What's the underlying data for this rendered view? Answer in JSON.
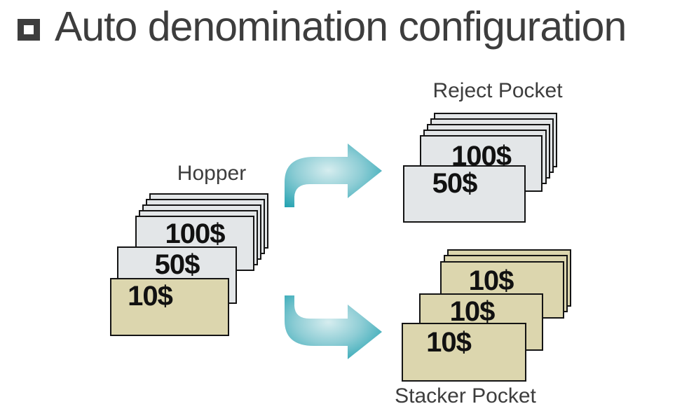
{
  "slide": {
    "title": "Auto denomination configuration"
  },
  "hopper": {
    "label": "Hopper",
    "blank_bill_count": 4,
    "bills": [
      {
        "value": "100$",
        "color": "gray"
      },
      {
        "value": "50$",
        "color": "gray"
      },
      {
        "value": "10$",
        "color": "tan"
      }
    ]
  },
  "reject_pocket": {
    "label": "Reject Pocket",
    "blank_bill_count": 4,
    "bills": [
      {
        "value": "100$",
        "color": "gray"
      },
      {
        "value": "50$",
        "color": "gray"
      }
    ]
  },
  "stacker_pocket": {
    "label": "Stacker Pocket",
    "blank_bill_count": 2,
    "bills": [
      {
        "value": "10$",
        "color": "tan"
      },
      {
        "value": "10$",
        "color": "tan"
      },
      {
        "value": "10$",
        "color": "tan"
      }
    ]
  },
  "colors": {
    "title_text": "#3d3d3d",
    "label_text": "#3d3d3d",
    "bill_gray": "#e3e6e8",
    "bill_tan": "#dcd6ae",
    "bill_border": "#141414",
    "bill_text": "#111111",
    "arrow_teal_light": "#d6edef",
    "arrow_teal_mid": "#8ecdd5",
    "arrow_teal_dark": "#1b9fae"
  }
}
